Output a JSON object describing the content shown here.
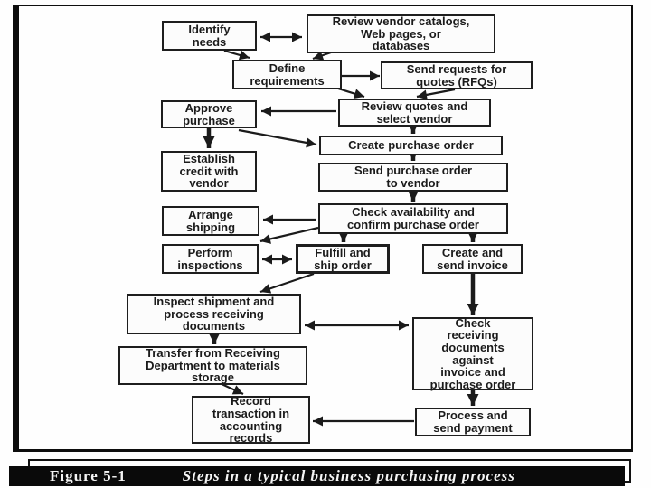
{
  "figure": {
    "label": "Figure 5-1",
    "title": "Steps in a typical business purchasing process"
  },
  "nodes": {
    "identify_needs": "Identify\nneeds",
    "review_vendor": "Review vendor catalogs,\nWeb pages, or\ndatabases",
    "define_requirements": "Define\nrequirements",
    "send_rfq": "Send requests for\nquotes (RFQs)",
    "approve_purchase": "Approve\npurchase",
    "review_quotes": "Review quotes and\nselect vendor",
    "create_po": "Create purchase order",
    "establish_credit": "Establish\ncredit with\nvendor",
    "send_po": "Send purchase order\nto vendor",
    "arrange_shipping": "Arrange\nshipping",
    "check_availability": "Check availability and\nconfirm purchase order",
    "perform_inspections": "Perform\ninspections",
    "fulfill_ship": "Fulfill and\nship order",
    "create_invoice": "Create and\nsend invoice",
    "inspect_shipment": "Inspect shipment and\nprocess receiving\ndocuments",
    "check_receiving": "Check\nreceiving\ndocuments\nagainst\ninvoice and\npurchase order",
    "transfer_receiving": "Transfer from Receiving\nDepartment to materials\nstorage",
    "record_transaction": "Record\ntransaction in\naccounting\nrecords",
    "process_payment": "Process and\nsend payment"
  },
  "edges": [
    {
      "from": "identify_needs",
      "to": "review_vendor",
      "type": "double"
    },
    {
      "from": "identify_needs",
      "to": "define_requirements",
      "type": "single"
    },
    {
      "from": "review_vendor",
      "to": "define_requirements",
      "type": "single"
    },
    {
      "from": "define_requirements",
      "to": "send_rfq",
      "type": "single"
    },
    {
      "from": "define_requirements",
      "to": "review_quotes",
      "type": "single"
    },
    {
      "from": "send_rfq",
      "to": "review_quotes",
      "type": "single"
    },
    {
      "from": "review_quotes",
      "to": "approve_purchase",
      "type": "single"
    },
    {
      "from": "approve_purchase",
      "to": "establish_credit",
      "type": "single"
    },
    {
      "from": "approve_purchase",
      "to": "create_po",
      "type": "single"
    },
    {
      "from": "review_quotes",
      "to": "create_po",
      "type": "single"
    },
    {
      "from": "create_po",
      "to": "send_po",
      "type": "single"
    },
    {
      "from": "send_po",
      "to": "check_availability",
      "type": "single"
    },
    {
      "from": "check_availability",
      "to": "arrange_shipping",
      "type": "single"
    },
    {
      "from": "check_availability",
      "to": "perform_inspections",
      "type": "single"
    },
    {
      "from": "check_availability",
      "to": "fulfill_ship",
      "type": "single"
    },
    {
      "from": "check_availability",
      "to": "create_invoice",
      "type": "single"
    },
    {
      "from": "perform_inspections",
      "to": "fulfill_ship",
      "type": "double"
    },
    {
      "from": "fulfill_ship",
      "to": "inspect_shipment",
      "type": "single"
    },
    {
      "from": "inspect_shipment",
      "to": "check_receiving",
      "type": "double"
    },
    {
      "from": "create_invoice",
      "to": "check_receiving",
      "type": "single"
    },
    {
      "from": "inspect_shipment",
      "to": "transfer_receiving",
      "type": "single"
    },
    {
      "from": "transfer_receiving",
      "to": "record_transaction",
      "type": "single"
    },
    {
      "from": "check_receiving",
      "to": "process_payment",
      "type": "single"
    },
    {
      "from": "process_payment",
      "to": "record_transaction",
      "type": "single"
    }
  ],
  "colors": {
    "ink": "#1b1b1b",
    "caption_bg": "#0a0a0a",
    "caption_text": "#f5f5f5"
  }
}
